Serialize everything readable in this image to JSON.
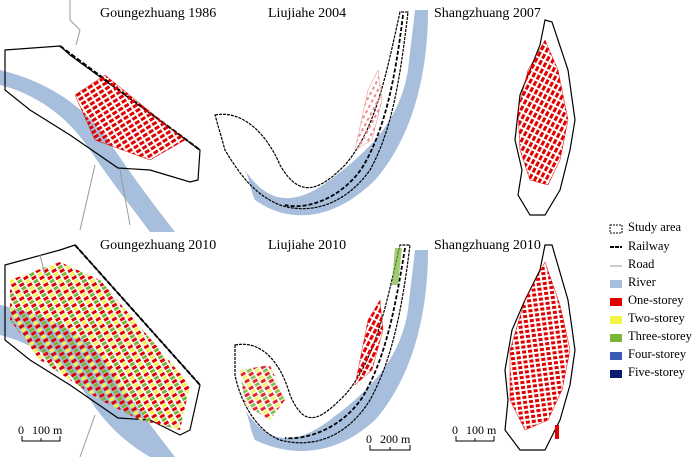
{
  "titles": {
    "goungezhuang_1986": "Goungezhuang 1986",
    "liujiahe_2004": "Liujiahe 2004",
    "shangzhuang_2007": "Shangzhuang 2007",
    "goungezhuang_2010": "Goungezhuang 2010",
    "liujiahe_2010": "Liujiahe 2010",
    "shangzhuang_2010": "Shangzhuang 2010"
  },
  "legend": {
    "items": [
      {
        "label": "Study area",
        "symbol": "dashed-outline",
        "color": "#000000"
      },
      {
        "label": "Railway",
        "symbol": "railway-line",
        "color": "#000000"
      },
      {
        "label": "Road",
        "symbol": "thin-line",
        "color": "#9a9a9a"
      },
      {
        "label": "River",
        "symbol": "fill",
        "color": "#a7bedc"
      },
      {
        "label": "One-storey",
        "symbol": "fill",
        "color": "#e00000"
      },
      {
        "label": "Two-storey",
        "symbol": "fill",
        "color": "#f2f24a"
      },
      {
        "label": "Three-storey",
        "symbol": "fill",
        "color": "#7ab53a"
      },
      {
        "label": "Four-storey",
        "symbol": "fill",
        "color": "#3b5bb5"
      },
      {
        "label": "Five-storey",
        "symbol": "fill",
        "color": "#0a1a6e"
      }
    ]
  },
  "scalebars": {
    "goungezhuang": "100 m",
    "liujiahe": "200 m",
    "shangzhuang": "100 m",
    "zero": "0"
  }
}
